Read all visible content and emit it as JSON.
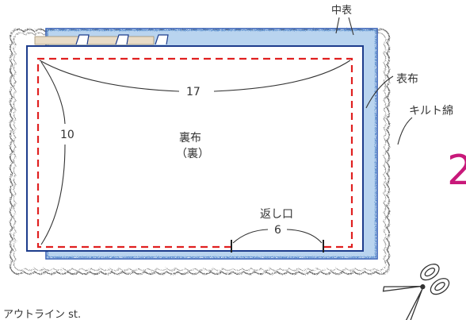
{
  "labels": {
    "naka_omote": "中表",
    "omote_nuno": "表布",
    "quilt_wata": "キルト綿",
    "ura_nuno": "裏布",
    "ura_side": "（裏）",
    "kaeshiguchi": "返し口",
    "stitch_note": "アウトライン st."
  },
  "dimensions": {
    "width": "17",
    "height": "10",
    "opening": "6"
  },
  "step_number": "2",
  "colors": {
    "outer_fabric": "#6fa3d6",
    "outline": "#1d3c8c",
    "stitch": "#e02020",
    "batting": "#6b6b6b",
    "step_number": "#c8197a",
    "line": "#333333"
  }
}
